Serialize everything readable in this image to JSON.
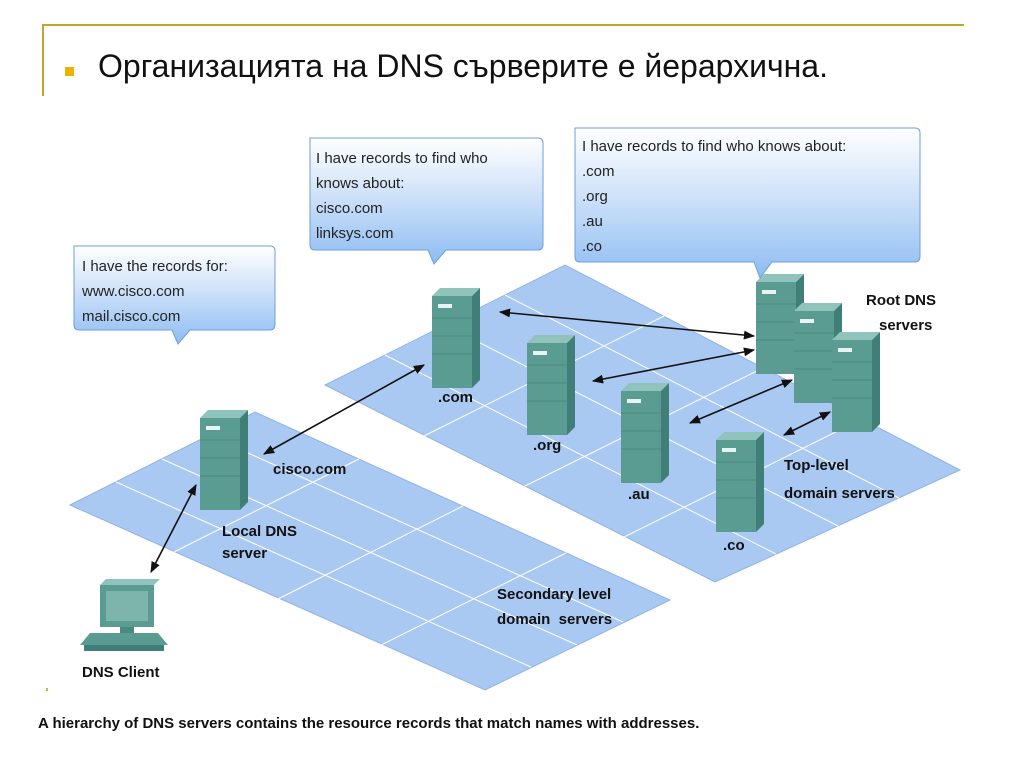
{
  "slide": {
    "heading": "Организацията на DNS сърверите е йерархична.",
    "caption": "A hierarchy of DNS servers contains the resource records that match names with addresses."
  },
  "diagram": {
    "bubbles": {
      "local": [
        "I have the records for:",
        "www.cisco.com",
        "mail.cisco.com"
      ],
      "com": [
        "I have records to find who",
        "knows about:",
        "cisco.com",
        "linksys.com"
      ],
      "root": [
        "I have records to find who knows about:",
        ".com",
        ".org",
        ".au",
        ".co"
      ]
    },
    "labels": {
      "root_1": "Root DNS",
      "root_2": "servers",
      "com": ".com",
      "org": ".org",
      "au": ".au",
      "co": ".co",
      "tld_1": "Top-level",
      "tld_2": "domain servers",
      "cisco": "cisco.com",
      "local_1": "Local DNS",
      "local_2": "server",
      "secondary_1": "Secondary level",
      "secondary_2": "domain  servers",
      "client": "DNS Client"
    }
  },
  "colors": {
    "accent_rule": "#c9a227",
    "bullet": "#e8b500",
    "server_body": "#5a9b92",
    "platform": "#a9c9f3",
    "bubble": "#a6cdf5"
  }
}
